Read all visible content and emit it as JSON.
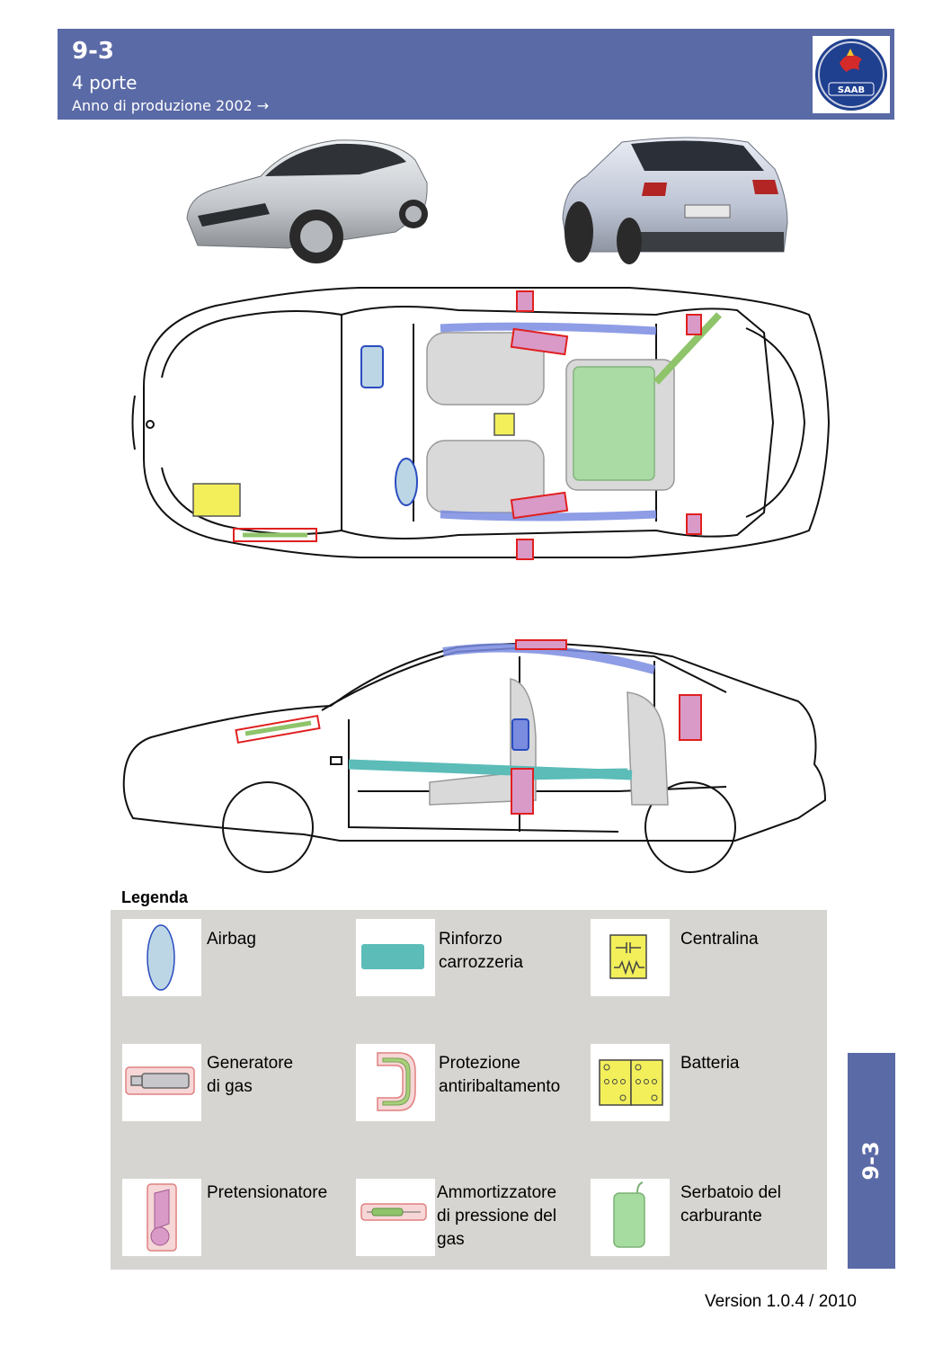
{
  "header": {
    "title": "9-3",
    "subtitle": "4 porte",
    "year_line": "Anno di produzione 2002 →",
    "logo_text": "SAAB"
  },
  "photos": {
    "front_view": "silver-saab-sedan-front",
    "rear_view": "silver-saab-sedan-rear"
  },
  "legend": {
    "title": "Legenda",
    "items": [
      {
        "label": "Airbag",
        "icon": "airbag-icon",
        "color": "#bcd6e6"
      },
      {
        "label": "Rinforzo\ncarrozzeria",
        "icon": "body-reinforcement-icon",
        "color": "#5bbcb8"
      },
      {
        "label": "Centralina",
        "icon": "control-unit-icon",
        "color": "#f2ef5a"
      },
      {
        "label": "Generatore\ndi gas",
        "icon": "gas-generator-icon",
        "color": "#c8c8cc"
      },
      {
        "label": "Protezione\nantiribaltamento",
        "icon": "rollover-protection-icon",
        "color": "#a8cf7a"
      },
      {
        "label": "Batteria",
        "icon": "battery-icon",
        "color": "#f2ef5a"
      },
      {
        "label": "Pretensionatore",
        "icon": "pretensioner-icon",
        "color": "#d99ac7"
      },
      {
        "label": "Ammortizzatore\ndi pressione del\ngas",
        "icon": "gas-strut-icon",
        "color": "#8fc46b"
      },
      {
        "label": "Serbatoio del\ncarburante",
        "icon": "fuel-tank-icon",
        "color": "#a6dca0"
      }
    ]
  },
  "side_tab": "9-3",
  "footer": {
    "version": "Version  1.0.4 / 2010"
  }
}
